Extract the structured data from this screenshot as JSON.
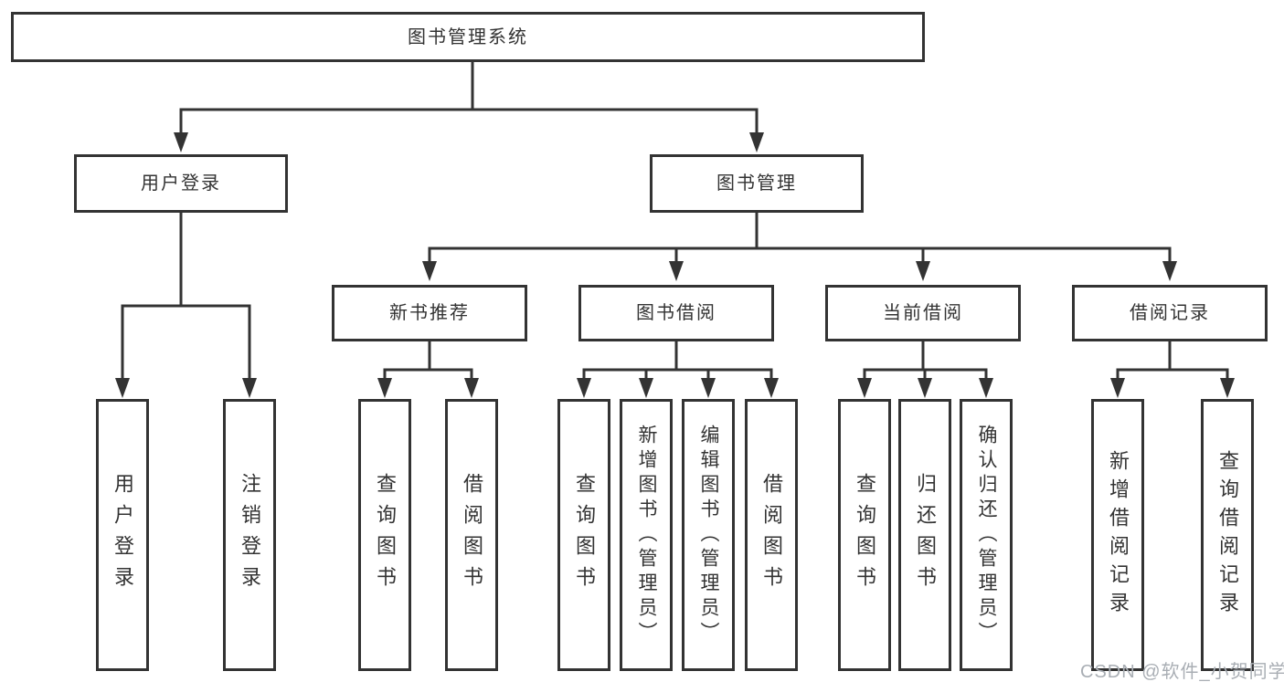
{
  "diagram": {
    "root": {
      "label": "图书管理系统"
    },
    "level2": [
      {
        "id": "user-login",
        "label": "用户登录"
      },
      {
        "id": "book-management",
        "label": "图书管理"
      }
    ],
    "level3": [
      {
        "id": "new-book-recommend",
        "label": "新书推荐"
      },
      {
        "id": "book-borrowing",
        "label": "图书借阅"
      },
      {
        "id": "current-borrowing",
        "label": "当前借阅"
      },
      {
        "id": "borrowing-records",
        "label": "借阅记录"
      }
    ],
    "leaves": [
      {
        "parent": "用户登录",
        "label": "用户登录"
      },
      {
        "parent": "用户登录",
        "label": "注销登录"
      },
      {
        "parent": "新书推荐",
        "label": "查询图书"
      },
      {
        "parent": "新书推荐",
        "label": "借阅图书"
      },
      {
        "parent": "图书借阅",
        "label": "查询图书"
      },
      {
        "parent": "图书借阅",
        "label": "新增图书（管理员）"
      },
      {
        "parent": "图书借阅",
        "label": "编辑图书（管理员）"
      },
      {
        "parent": "图书借阅",
        "label": "借阅图书"
      },
      {
        "parent": "当前借阅",
        "label": "查询图书"
      },
      {
        "parent": "当前借阅",
        "label": "归还图书"
      },
      {
        "parent": "当前借阅",
        "label": "确认归还（管理员）"
      },
      {
        "parent": "借阅记录",
        "label": "新增借阅记录"
      },
      {
        "parent": "借阅记录",
        "label": "查询借阅记录"
      }
    ]
  },
  "watermark": "CSDN @软件_小贺同学",
  "colors": {
    "line": "#333333",
    "text": "#333333",
    "box_background": "#ffffff",
    "page_background": "#ffffff",
    "watermark": "#a9aeb4"
  }
}
